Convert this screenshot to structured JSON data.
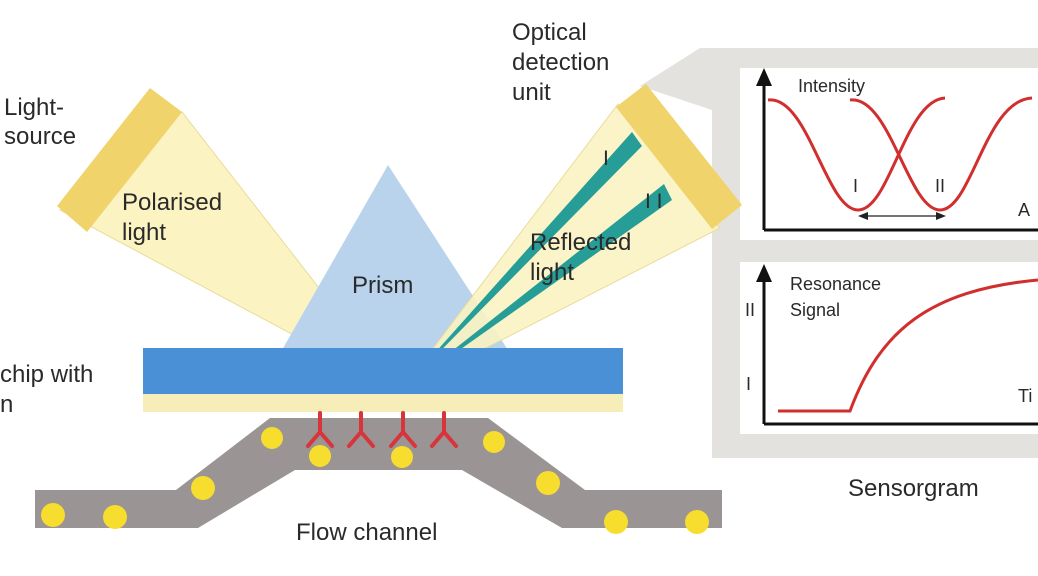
{
  "labels": {
    "light_source": [
      "Light-",
      "source"
    ],
    "polarised_light": [
      "Polarised",
      "light"
    ],
    "prism": "Prism",
    "chip": [
      "chip with",
      "n"
    ],
    "optical_detection": [
      "Optical",
      "detection",
      "unit"
    ],
    "reflected_light": [
      "Reflected",
      "light"
    ],
    "beam_marks": [
      "I",
      "I I"
    ],
    "flow_channel": "Flow channel",
    "sensorgram": "Sensorgram"
  },
  "chart_intensity": {
    "ylabel": "Intensity",
    "dip_labels": [
      "I",
      "II"
    ],
    "xlabel_partial": "A"
  },
  "chart_resonance": {
    "ylabel": [
      "Resonance",
      "Signal"
    ],
    "y_ticks": [
      "II",
      "I"
    ],
    "xlabel_partial": "Ti"
  },
  "colors": {
    "beam_fill": "#fbf3c2",
    "source_block": "#f0d36a",
    "prism": "#b9d3ec",
    "chip_blue": "#4a90d6",
    "gold_layer": "#f7edb8",
    "channel_gray": "#9a9494",
    "particle": "#f7dd2e",
    "antibody": "#d8343c",
    "reflected_beam": "#279d98",
    "curve": "#d12e2e",
    "panel_bg": "#e3e2df"
  }
}
